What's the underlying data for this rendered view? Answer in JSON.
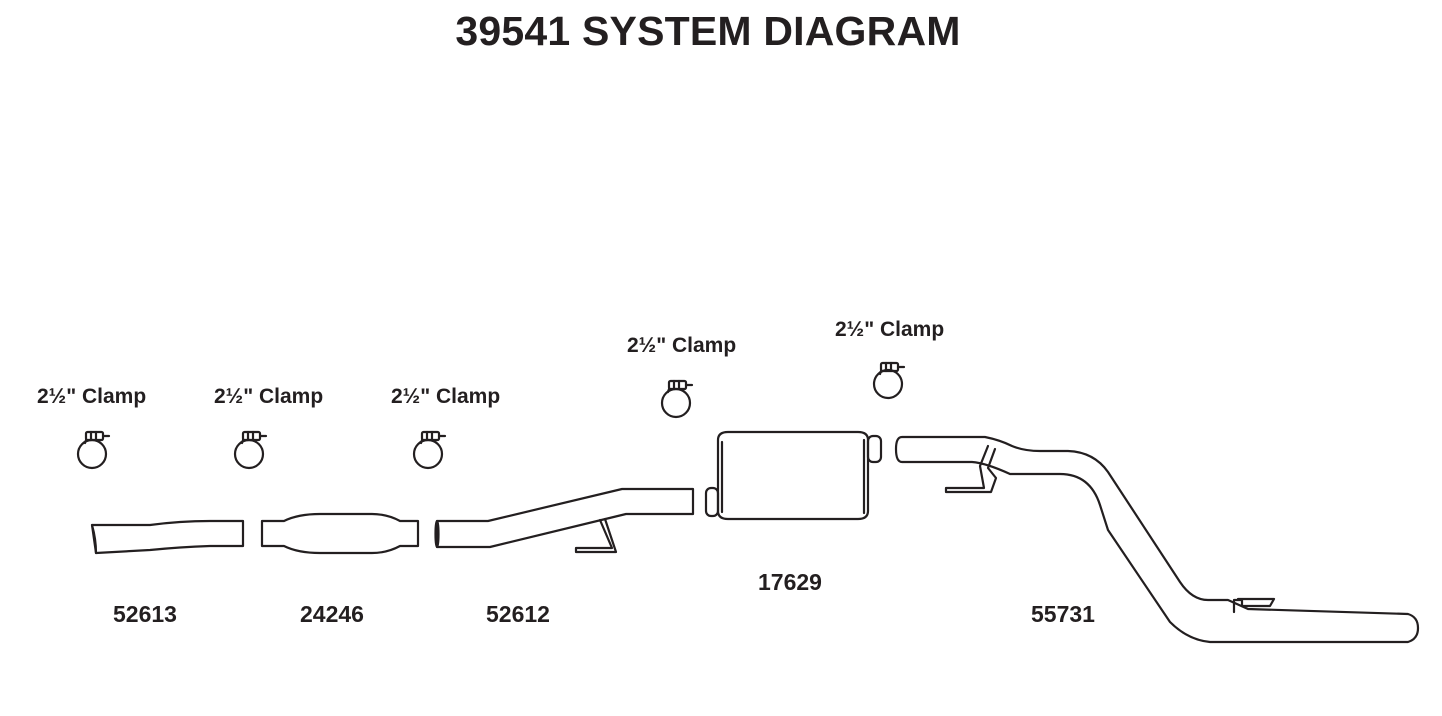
{
  "title": "39541 SYSTEM DIAGRAM",
  "clamps": [
    {
      "label": "2½\" Clamp"
    },
    {
      "label": "2½\" Clamp"
    },
    {
      "label": "2½\" Clamp"
    },
    {
      "label": "2½\" Clamp"
    },
    {
      "label": "2½\" Clamp"
    }
  ],
  "parts": [
    {
      "number": "52613"
    },
    {
      "number": "24246"
    },
    {
      "number": "52612"
    },
    {
      "number": "17629"
    },
    {
      "number": "55731"
    }
  ]
}
